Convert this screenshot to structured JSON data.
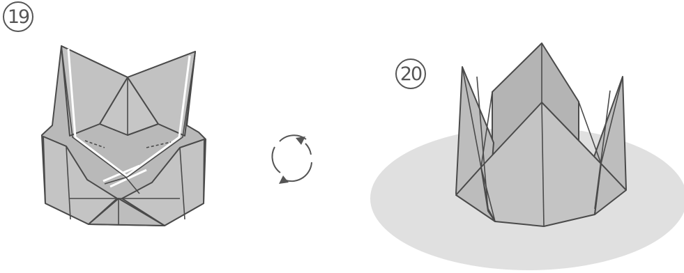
{
  "steps": [
    {
      "number": "19",
      "description_icon": "folded-origami-cup-diagram"
    },
    {
      "number": "20",
      "description_icon": "finished-origami-crown-diagram"
    }
  ],
  "turn_over_symbol": {
    "icon": "rotate-turn-over-icon"
  },
  "colors": {
    "paper": "#b9b9b9",
    "paper_light": "#c8c8c8",
    "paper_dark": "#a8a8a8",
    "line": "#4a4a4a",
    "shadow": "#e0e0e0",
    "number_line": "#555555"
  }
}
